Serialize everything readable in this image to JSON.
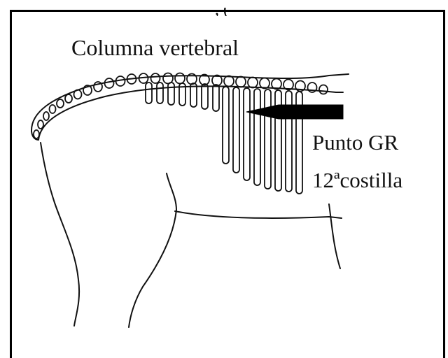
{
  "figure": {
    "top_fragment": ", (",
    "labels": {
      "spine": "Columna vertebral",
      "point": "Punto GR",
      "rib": "12ªcostilla"
    }
  },
  "colors": {
    "ink": "#111111",
    "arrow": "#000000",
    "background": "#ffffff"
  }
}
